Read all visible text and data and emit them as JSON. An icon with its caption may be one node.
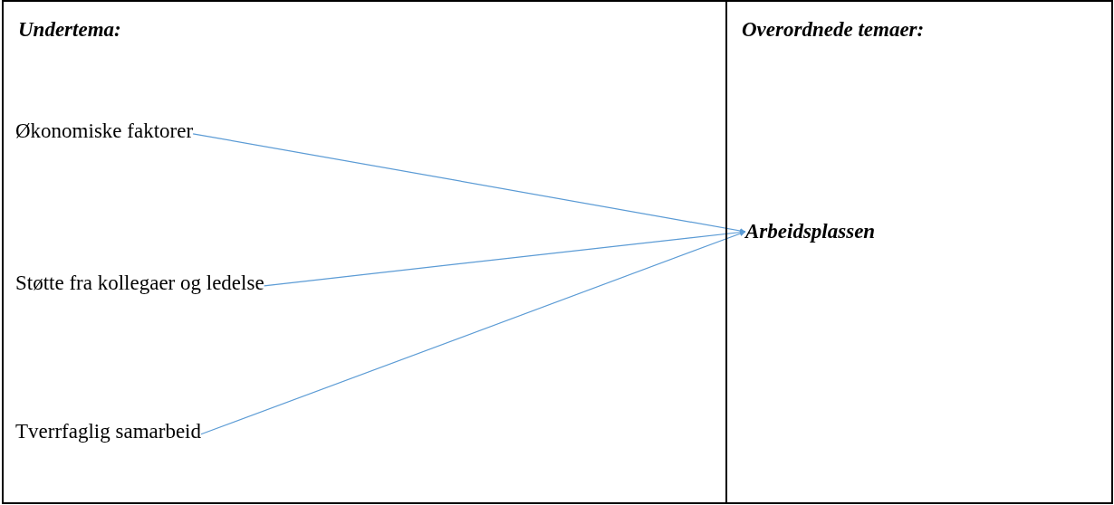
{
  "diagram": {
    "nodes": [
      {
        "text": [
          "Undertema:"
        ]
      },
      {
        "text": [
          "Overordnede temaer:"
        ]
      },
      {
        "text": [
          "Økonomiske faktorer"
        ],
        "in": 0
      },
      {
        "text": [
          "Støtte fra kollegaer og ledelse"
        ],
        "in": 0
      },
      {
        "text": [
          "Tverrfaglig samarbeid"
        ],
        "in": 0
      },
      {
        "text": [
          "Arbeidsplassen"
        ],
        "in": 1
      }
    ],
    "edges": [
      {
        "from": 2,
        "to": 5,
        "arrow": "to"
      },
      {
        "from": 3,
        "to": 5,
        "arrow": "to"
      },
      {
        "from": 4,
        "to": 5,
        "arrow": "to"
      }
    ]
  }
}
